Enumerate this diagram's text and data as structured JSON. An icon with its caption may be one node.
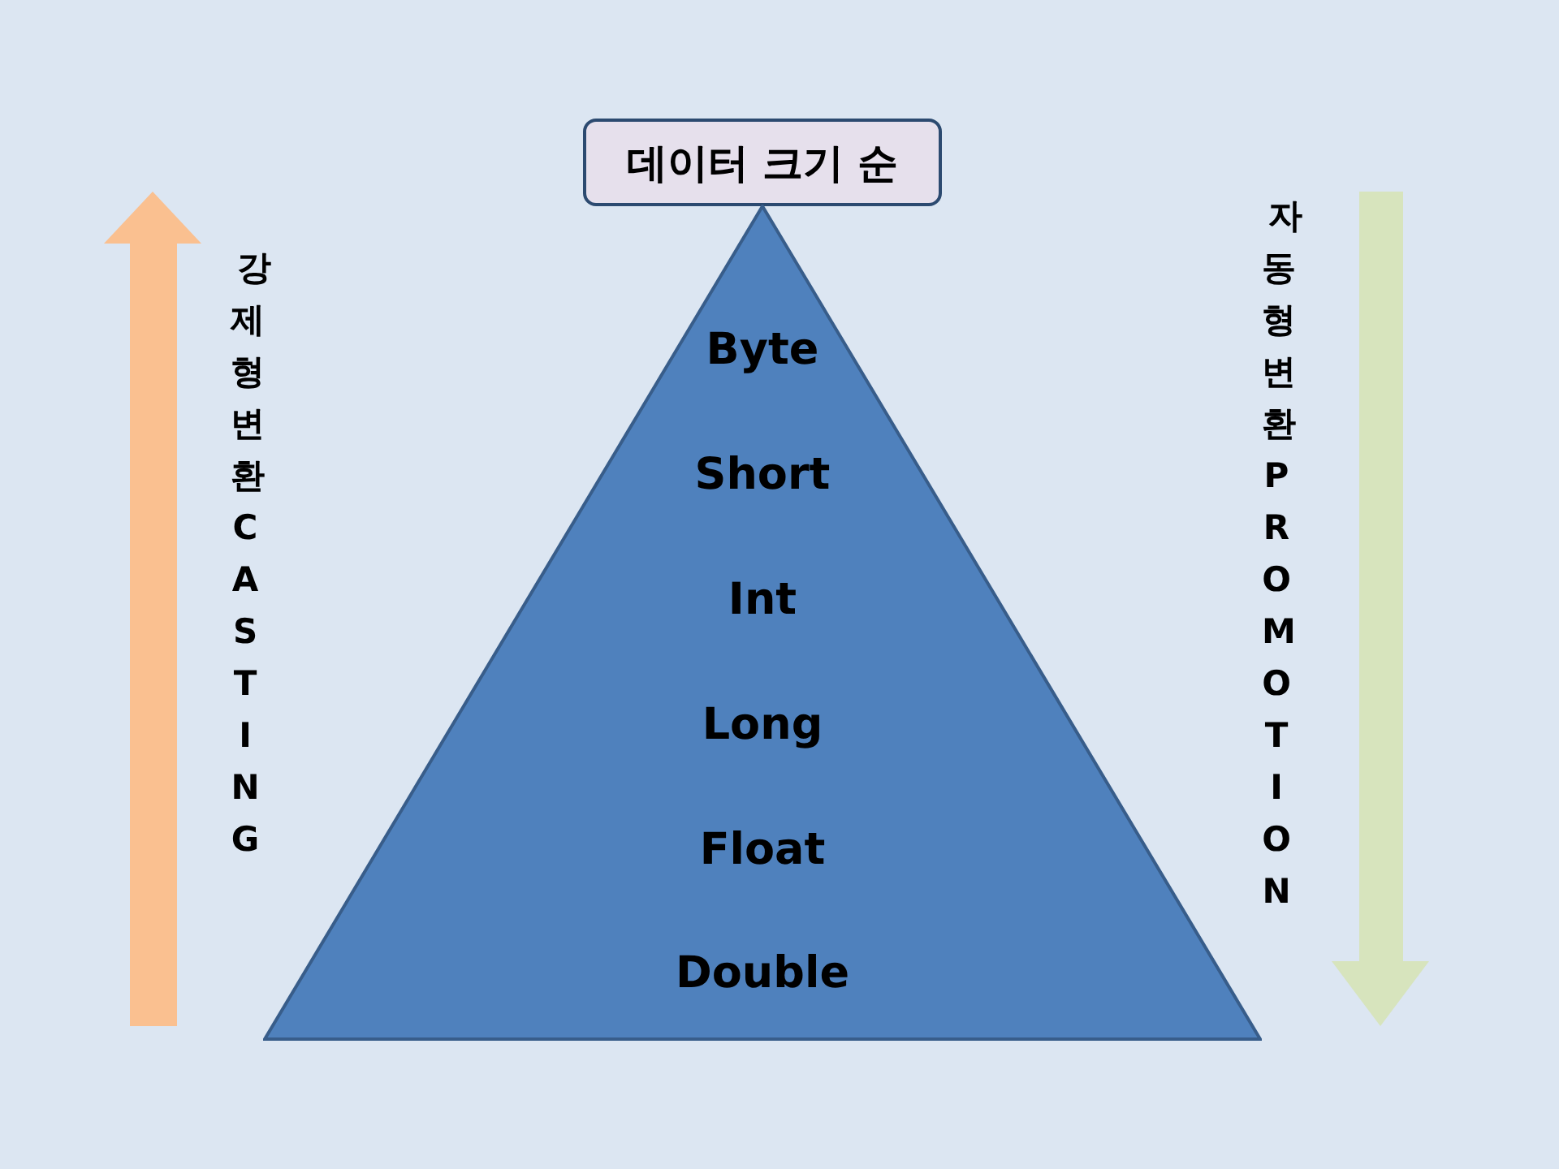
{
  "diagram": {
    "nodes": [
      {
        "text": [
          "데이터 크기 순"
        ]
      },
      {
        "text": [
          "Byte",
          "Short",
          "Int",
          "Long",
          "Float",
          "Double"
        ]
      }
    ],
    "labels": [
      "강제 형변환 CASTING",
      "자동 형변환 PROMOTION"
    ]
  }
}
